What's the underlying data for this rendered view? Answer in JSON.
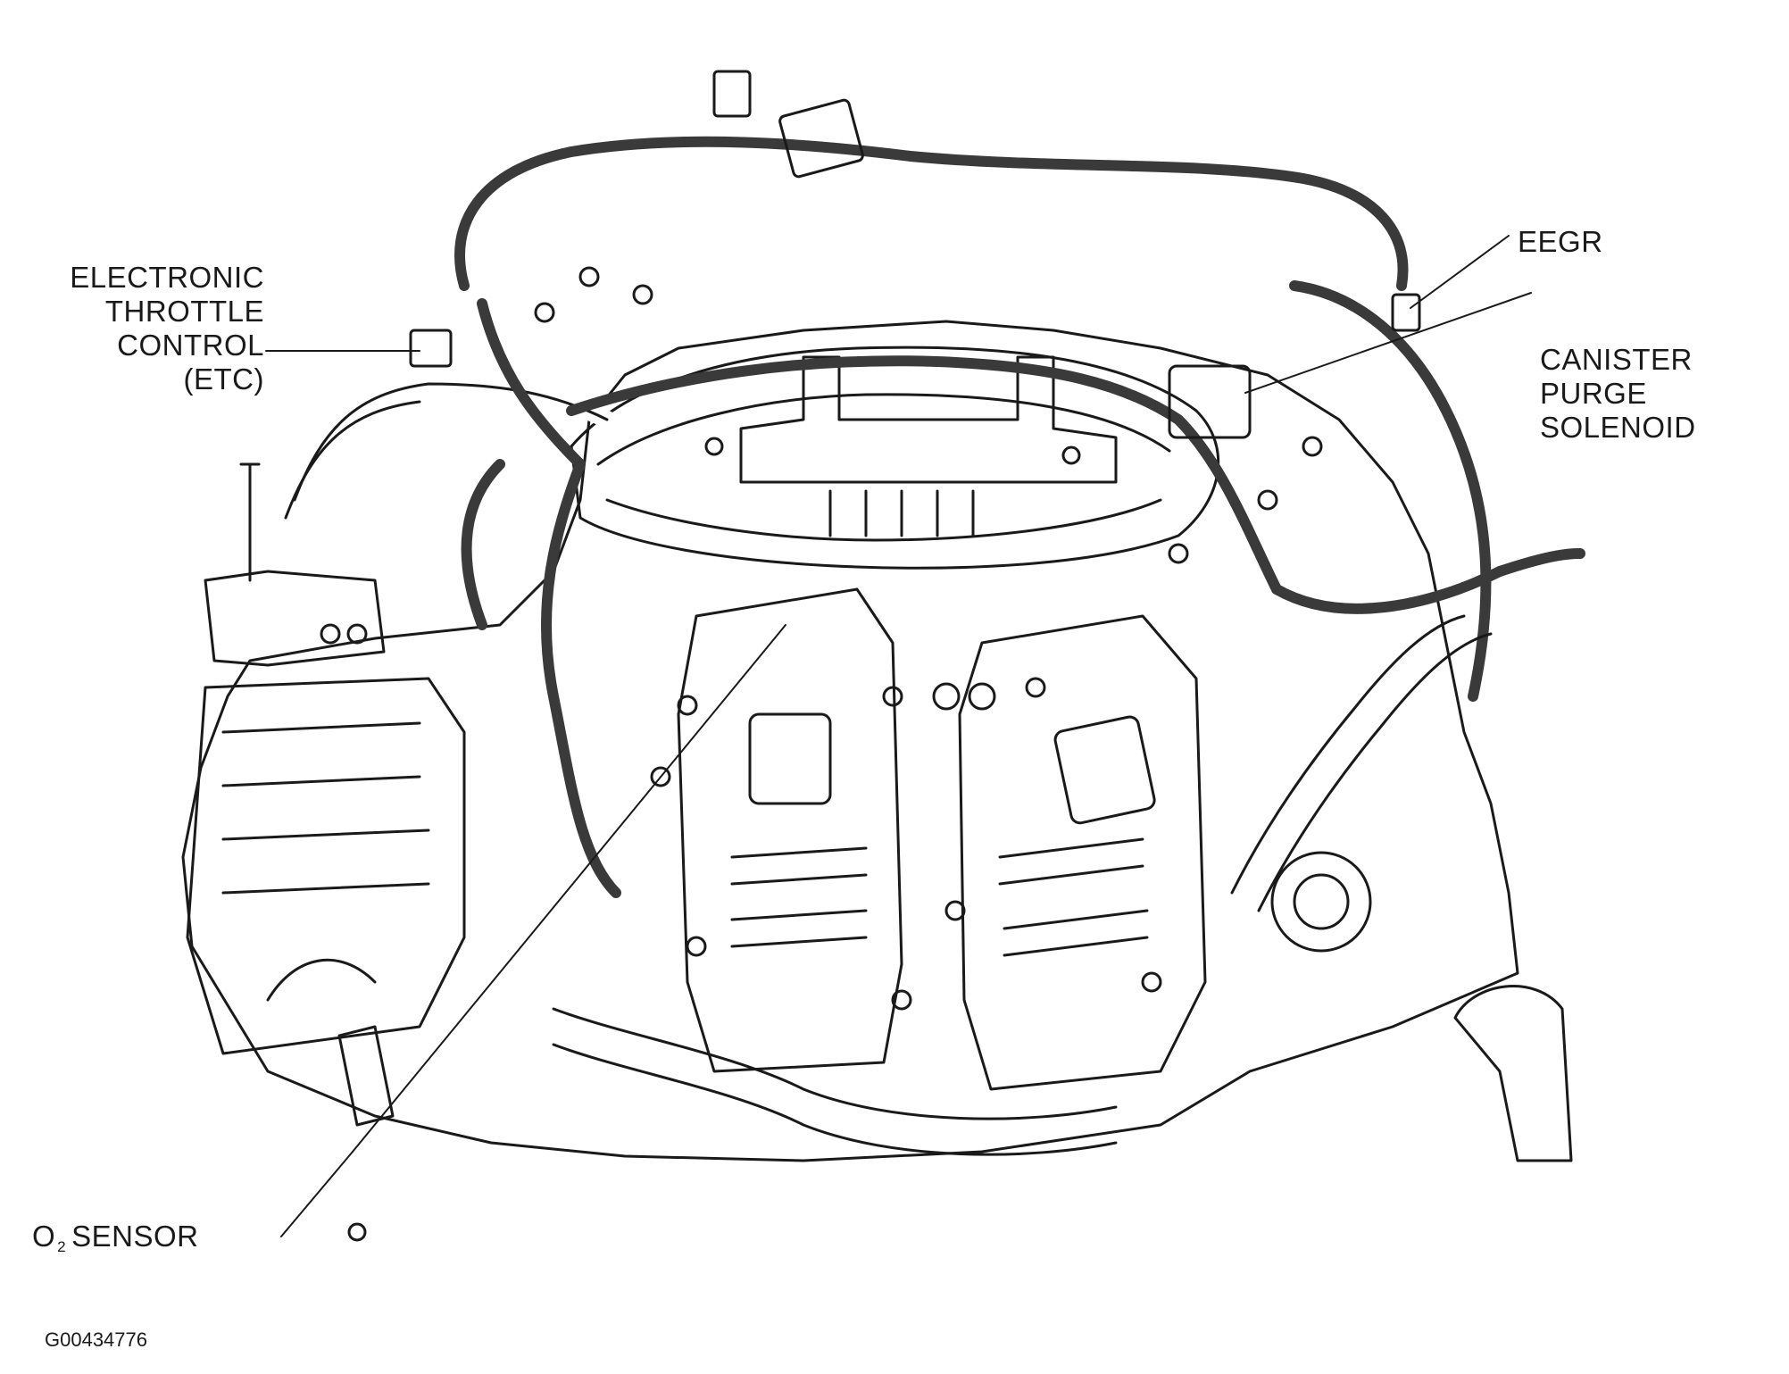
{
  "labels": {
    "etc": [
      "ELECTRONIC",
      "THROTTLE",
      "CONTROL",
      "(ETC)"
    ],
    "eegr": "EEGR",
    "canister": [
      "CANISTER",
      "PURGE",
      "SOLENOID"
    ],
    "o2_main": "O",
    "o2_sub": "2",
    "o2_rest": "SENSOR"
  },
  "figure_code": "G00434776",
  "colors": {
    "line": "#1a1a1a",
    "hose": "#3a3a3a",
    "background": "#ffffff"
  }
}
